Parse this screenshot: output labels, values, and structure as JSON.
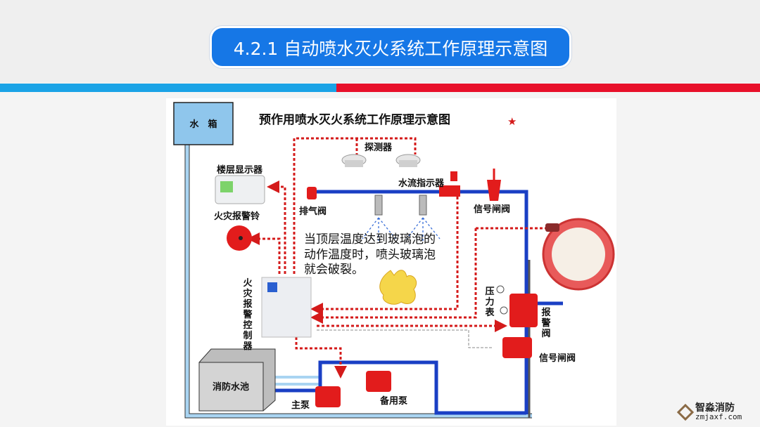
{
  "slide_title": "4.2.1 自动喷水灭火系统工作原理示意图",
  "diagram": {
    "title": "预作用喷水灭火系统工作原理示意图",
    "star": "★",
    "labels": {
      "water_tank": "水　箱",
      "detector": "探测器",
      "floor_display": "楼层显示器",
      "fire_bell": "火灾报警铃",
      "exhaust_valve": "排气阀",
      "water_flow_indicator": "水流指示器",
      "signal_gate_valve_top": "信号闸阀",
      "pressure_gauge": "压力表",
      "alarm_valve": "报警阀",
      "signal_gate_valve_bottom": "信号闸阀",
      "controller": "火灾报警控制器",
      "fire_pool": "消防水池",
      "main_pump": "主泵",
      "backup_pump": "备用泵"
    },
    "note_lines": [
      "当顶层温度达到玻璃泡的",
      "动作温度时，喷头玻璃泡",
      "就会破裂。"
    ]
  },
  "watermark": {
    "name": "智淼消防",
    "site": "zmjaxf.com"
  },
  "colors": {
    "accent_blue": "#1677e6",
    "stripe_blue": "#1aa3e6",
    "stripe_red": "#e8102a",
    "pipe": "#1a3fc4",
    "signal": "#d41a1a"
  }
}
